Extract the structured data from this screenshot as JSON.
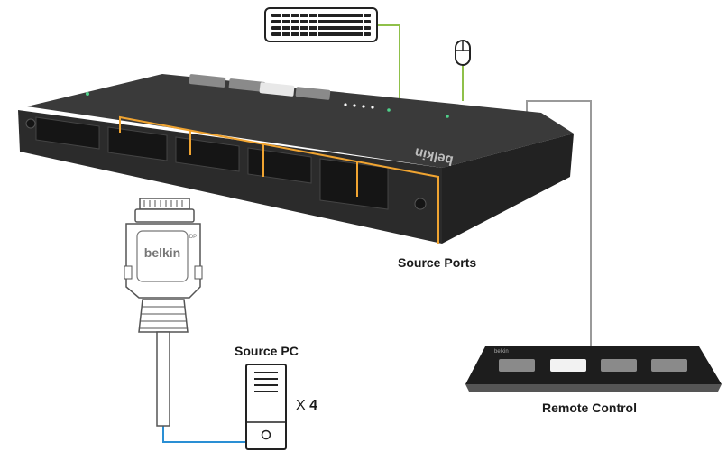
{
  "device": {
    "brand": "belkin",
    "port_tag": "DP"
  },
  "labels": {
    "source_ports": "Source Ports",
    "source_pc": "Source PC",
    "multiplier_prefix": "X ",
    "multiplier_value": "4",
    "remote_control": "Remote Control"
  },
  "colors": {
    "keyboard_cable": "#8fc04a",
    "mouse_cable": "#8fc04a",
    "remote_cable": "#9a9a9a",
    "pc_cable": "#2a8fd4",
    "port_bracket": "#f0a431",
    "device_body": "#2b2b2b"
  }
}
